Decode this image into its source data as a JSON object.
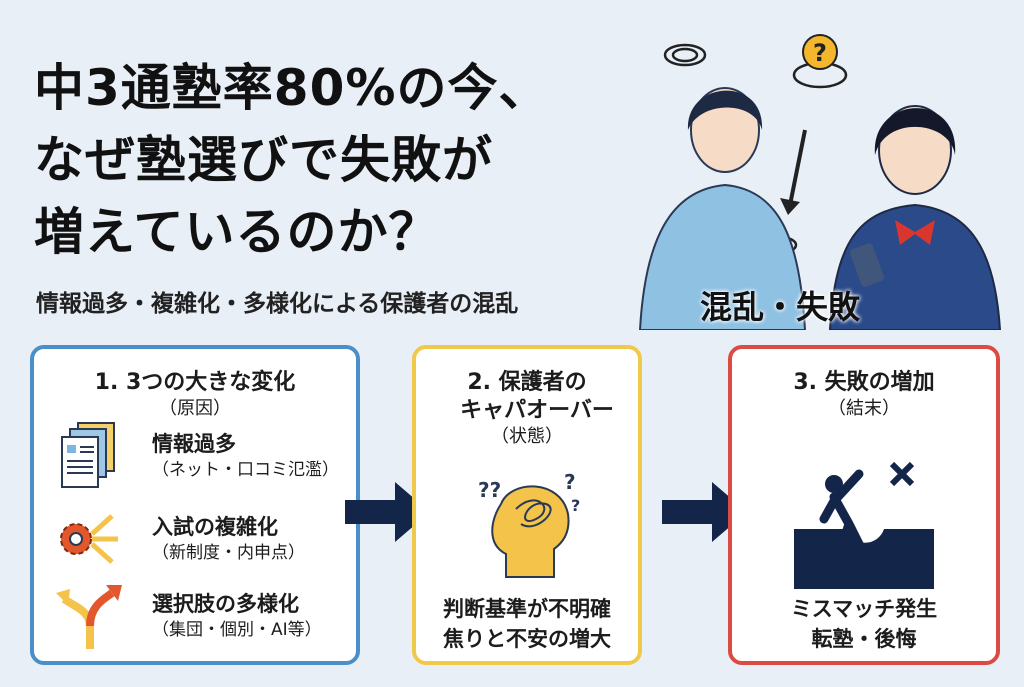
{
  "title": {
    "line1": "中3通塾率80%の今、",
    "line2": "なぜ塾選びで失敗が",
    "line3": "増えているのか？"
  },
  "subtitle": "情報過多・複雑化・多様化による保護者の混乱",
  "illustration": {
    "label": "混乱・失敗"
  },
  "box1": {
    "heading": "1. 3つの大きな変化",
    "sub": "（原因）",
    "items": [
      {
        "title": "情報過多",
        "detail": "（ネット・口コミ氾濫）",
        "icon": "documents-icon"
      },
      {
        "title": "入試の複雑化",
        "detail": "（新制度・内申点）",
        "icon": "gear-arrows-icon"
      },
      {
        "title": "選択肢の多様化",
        "detail": "（集団・個別・AI等）",
        "icon": "branching-arrows-icon"
      }
    ]
  },
  "box2": {
    "heading1": "2. 保護者の",
    "heading2": "キャパオーバー",
    "sub": "（状態）",
    "lines": [
      "判断基準が不明確",
      "焦りと不安の増大"
    ]
  },
  "box3": {
    "heading": "3. 失敗の増加",
    "sub": "（結末）",
    "lines": [
      "ミスマッチ発生",
      "転塾・後悔"
    ]
  },
  "colors": {
    "blue": "#4a8fc7",
    "yellow": "#f1c94a",
    "red": "#dc4a44",
    "navy": "#14254a"
  }
}
